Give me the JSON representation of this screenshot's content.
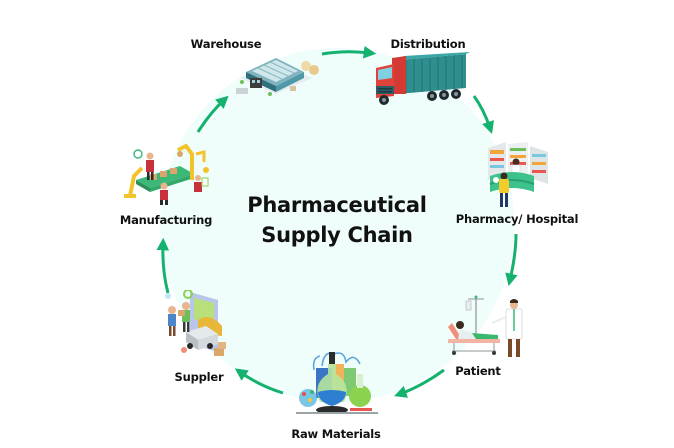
{
  "title": {
    "line1": "Pharmaceutical",
    "line2": "Supply Chain"
  },
  "colors": {
    "arrow": "#14b26e",
    "circle_fill": "#effdfb",
    "text": "#111111"
  },
  "stages": [
    {
      "id": "warehouse",
      "label": "Warehouse",
      "icon": "warehouse-icon"
    },
    {
      "id": "distribution",
      "label": "Distribution",
      "icon": "truck-icon"
    },
    {
      "id": "pharmacy",
      "label": "Pharmacy/ Hospital",
      "icon": "pharmacy-counter-icon"
    },
    {
      "id": "patient",
      "label": "Patient",
      "icon": "patient-bed-doctor-icon"
    },
    {
      "id": "raw-materials",
      "label": "Raw Materials",
      "icon": "lab-flasks-icon"
    },
    {
      "id": "supplier",
      "label": "Suppler",
      "icon": "supplier-delivery-icon"
    },
    {
      "id": "manufacturing",
      "label": "Manufacturing",
      "icon": "assembly-line-icon"
    }
  ],
  "flow": [
    {
      "from": "warehouse",
      "to": "distribution"
    },
    {
      "from": "distribution",
      "to": "pharmacy"
    },
    {
      "from": "pharmacy",
      "to": "patient"
    },
    {
      "from": "patient",
      "to": "raw-materials"
    },
    {
      "from": "raw-materials",
      "to": "supplier"
    },
    {
      "from": "supplier",
      "to": "manufacturing"
    },
    {
      "from": "manufacturing",
      "to": "warehouse"
    }
  ]
}
